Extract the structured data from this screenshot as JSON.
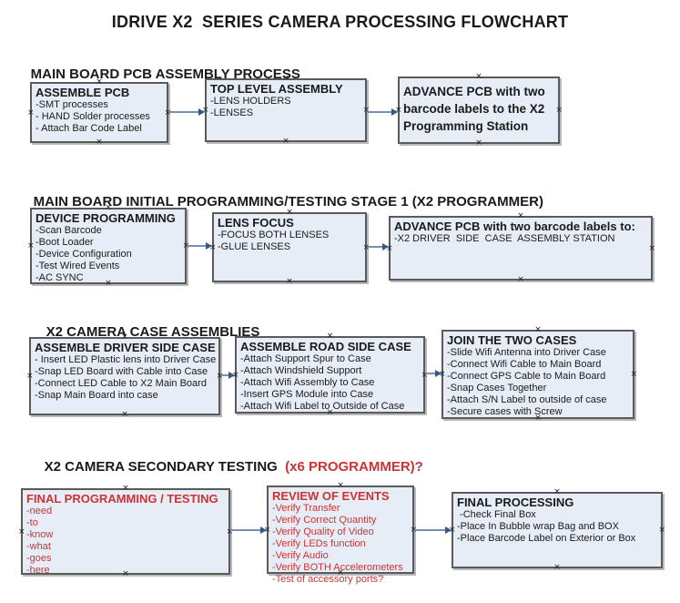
{
  "title": "IDRIVE X2  SERIES CAMERA PROCESSING FLOWCHART",
  "colors": {
    "box_fill": "#e7edf7",
    "box_border": "#5a5a5a",
    "arrow_line": "#7690ae",
    "arrow_head": "#33588a",
    "red_text": "#cc3333"
  },
  "sections": [
    {
      "heading": "MAIN BOARD PCB ASSEMBLY PROCESS",
      "boxes": [
        {
          "title": "ASSEMBLE PCB",
          "items": [
            "-SMT processes",
            "- HAND Solder processes",
            "- Attach Bar Code Label"
          ]
        },
        {
          "title": "TOP LEVEL ASSEMBLY",
          "items": [
            "-LENS HOLDERS",
            "-LENSES"
          ]
        },
        {
          "title": "ADVANCE PCB with two barcode labels to the X2 Programming Station",
          "items": []
        }
      ]
    },
    {
      "heading": "MAIN BOARD INITIAL PROGRAMMING/TESTING STAGE 1 (X2 PROGRAMMER)",
      "boxes": [
        {
          "title": "DEVICE PROGRAMMING",
          "items": [
            "-Scan Barcode",
            "-Boot Loader",
            "-Device Configuration",
            "-Test Wired Events",
            "-AC SYNC"
          ]
        },
        {
          "title": "LENS FOCUS",
          "items": [
            "-FOCUS BOTH LENSES",
            "-GLUE LENSES"
          ]
        },
        {
          "title": "ADVANCE PCB with two barcode labels to:",
          "items": [
            "-X2 DRIVER  SIDE  CASE  ASSEMBLY STATION"
          ]
        }
      ]
    },
    {
      "heading": "X2 CAMERA CASE ASSEMBLIES",
      "boxes": [
        {
          "title": "ASSEMBLE DRIVER SIDE CASE",
          "items": [
            "- Insert LED Plastic lens into Driver Case",
            "-Snap LED Board with Cable into Case",
            "-Connect LED Cable to X2 Main Board",
            "-Snap Main Board into case"
          ]
        },
        {
          "title": "ASSEMBLE ROAD SIDE CASE",
          "items": [
            "-Attach Support Spur to Case",
            "-Attach Windshield Support",
            "-Attach Wifi Assembly to Case",
            "-Insert GPS Module into Case",
            "-Attach Wifi Label to Outside of Case"
          ]
        },
        {
          "title": "JOIN THE TWO CASES",
          "items": [
            "-Slide Wifi Antenna into Driver Case",
            "-Connect Wifi Cable to Main Board",
            "-Connect GPS Cable to Main Board",
            "-Snap Cases Together",
            "-Attach S/N Label to outside of case",
            "-Secure cases with Screw"
          ]
        }
      ]
    },
    {
      "heading": "X2 CAMERA SECONDARY TESTING  ",
      "heading_suffix": "(x6 PROGRAMMER)?",
      "boxes": [
        {
          "title": "FINAL PROGRAMMING / TESTING",
          "color": "red",
          "items": [
            "-need",
            "-to",
            "-know",
            "-what",
            "-goes",
            "-here"
          ]
        },
        {
          "title": "REVIEW OF EVENTS",
          "color": "red",
          "items": [
            "-Verify Transfer",
            "-Verify Correct Quantity",
            "-Verify Quality of Video",
            "-Verify LEDs function",
            "-Verify Audio",
            "-Verify BOTH Accelerometers",
            "-Test of accessory ports?"
          ]
        },
        {
          "title": "FINAL PROCESSING",
          "items": [
            " -Check Final Box",
            "-Place In Bubble wrap Bag and BOX",
            "-Place Barcode Label on Exterior or Box"
          ]
        }
      ]
    }
  ]
}
